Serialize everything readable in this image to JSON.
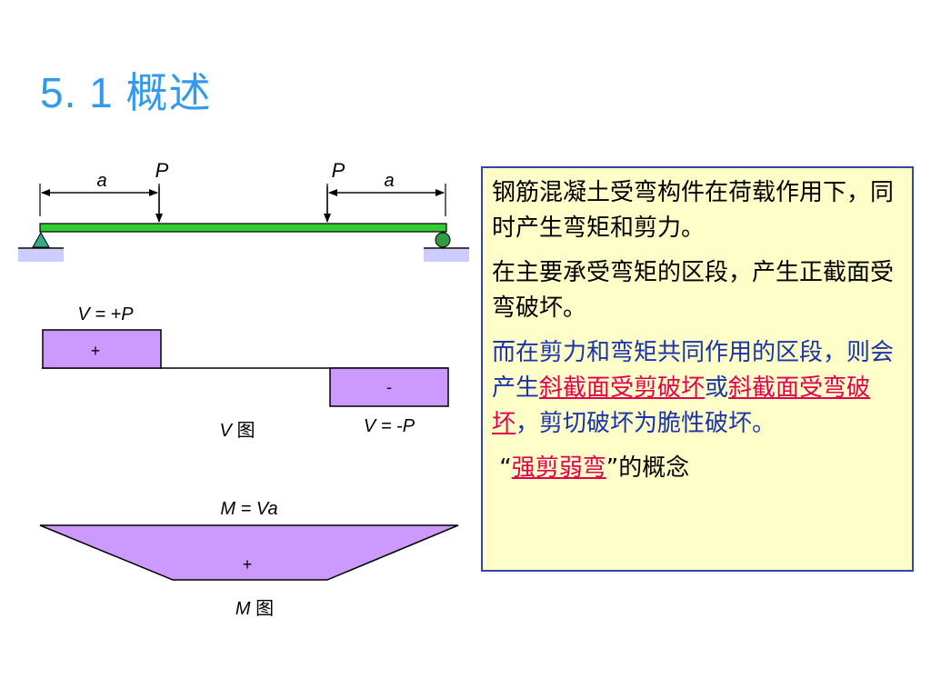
{
  "title": "5. 1  概述",
  "beam": {
    "load_left": "P",
    "load_right": "P",
    "dim_left": "a",
    "dim_right": "a"
  },
  "shear_diagram": {
    "label_top": "V = +P",
    "sign_pos": "+",
    "sign_neg": "-",
    "label_bottom": "V = -P",
    "name_var": "V",
    "name_suffix": " 图"
  },
  "moment_diagram": {
    "label_top": "M = Va",
    "sign": "+",
    "name_var": "M",
    "name_suffix": " 图"
  },
  "text_box": {
    "para1": "钢筋混凝土受弯构件在荷载作用下，同时产生弯矩和剪力。",
    "para2": "在主要承受弯矩的区段，产生正截面受弯破坏。",
    "para3_a": "而在剪力和弯矩共同作用的区段，则会产生",
    "para3_red1": "斜截面受剪破坏",
    "para3_b": "或",
    "para3_red2": "斜截面受弯破坏",
    "para3_c": "，剪切破坏为脆性破坏。",
    "para4_open": "“",
    "para4_red": "强剪弱弯",
    "para4_close": "”的概念"
  },
  "colors": {
    "title": "#3399ee",
    "beam": "#33cc33",
    "diagram_fill": "#cc99ff",
    "box_bg": "#fefec8",
    "box_border": "#3344aa",
    "blue_text": "#1a33aa",
    "red_text": "#e0004f",
    "support_base": "#ccccff",
    "pin_support": "#33aa88",
    "roller_support": "#339944"
  }
}
